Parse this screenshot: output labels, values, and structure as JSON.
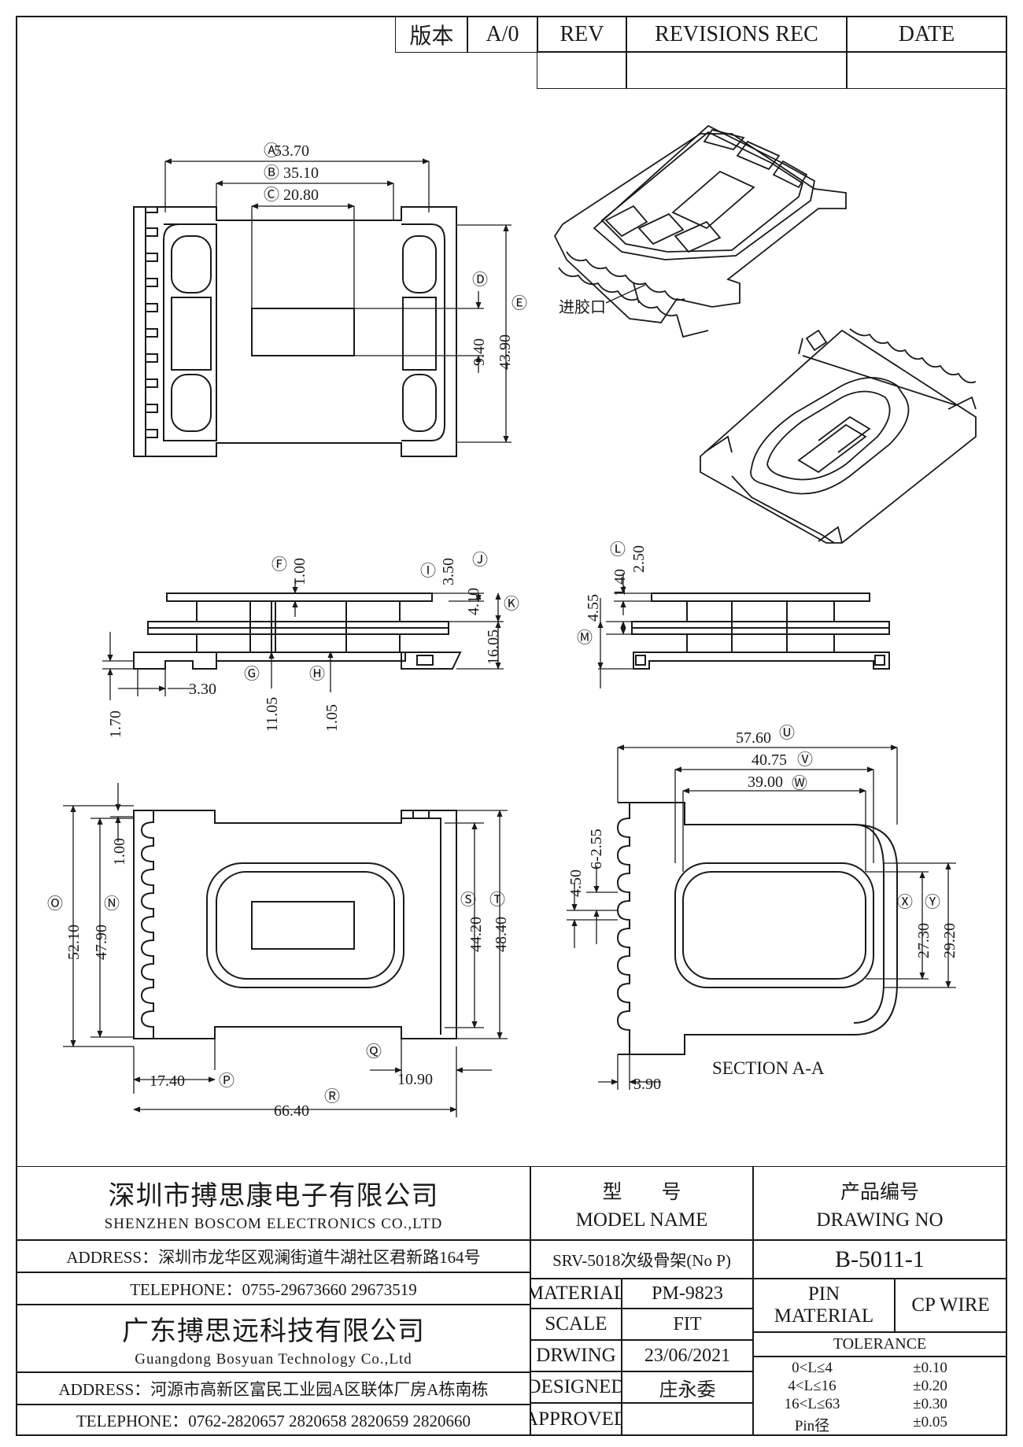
{
  "header": {
    "version_label": "版本",
    "version_value": "A/0",
    "rev": "REV",
    "revisions_rec": "REVISIONS REC",
    "date": "DATE"
  },
  "top_view": {
    "A": "Ⓐ",
    "B": "Ⓑ",
    "C": "Ⓒ",
    "D": "Ⓓ",
    "E": "Ⓔ",
    "dim_A": "53.70",
    "dim_B": "35.10",
    "dim_C": "20.80",
    "dim_D": "9.40",
    "dim_E": "43.90"
  },
  "iso_view": {
    "gate_label": "进胶口"
  },
  "side_view": {
    "F": "Ⓕ",
    "G": "Ⓖ",
    "H": "Ⓗ",
    "I": "Ⓘ",
    "J": "Ⓙ",
    "K": "Ⓚ",
    "dim_F": "1.00",
    "dim_I": "3.50",
    "dim_J": "4.10",
    "dim_K": "16.05",
    "dim_G": "11.05",
    "dim_H": "1.05",
    "dim_left_h": "1.70",
    "dim_left_w": "3.30"
  },
  "end_view": {
    "L": "Ⓛ",
    "M": "Ⓜ",
    "dim_L": "2.50",
    "dim_140": "1.40",
    "dim_M": "4.55"
  },
  "bottom_view": {
    "N": "Ⓝ",
    "O": "Ⓞ",
    "P": "Ⓟ",
    "Q": "Ⓠ",
    "R": "Ⓡ",
    "S": "Ⓢ",
    "T": "Ⓣ",
    "dim_O": "52.10",
    "dim_N": "47.90",
    "dim_100": "1.00",
    "dim_S": "44.20",
    "dim_T": "48.40",
    "dim_P": "17.40",
    "dim_Q": "10.90",
    "dim_R": "66.40"
  },
  "section_view": {
    "U": "Ⓤ",
    "V": "Ⓥ",
    "W": "Ⓦ",
    "X": "Ⓧ",
    "Y": "Ⓨ",
    "dim_U": "57.60",
    "dim_V": "40.75",
    "dim_W": "39.00",
    "dim_255": "6-2.55",
    "dim_450": "4.50",
    "dim_X": "27.30",
    "dim_Y": "29.20",
    "dim_390": "3.90",
    "title": "SECTION A-A"
  },
  "title_block": {
    "company_cn": "深圳市搏思康电子有限公司",
    "company_en": "SHENZHEN BOSCOM ELECTRONICS CO.,LTD",
    "address1": "ADDRESS：深圳市龙华区观澜街道牛湖社区君新路164号",
    "telephone1": "TELEPHONE：0755-29673660 29673519",
    "company2_cn": "广东搏思远科技有限公司",
    "company2_en": "Guangdong Bosyuan Technology Co.,Ltd",
    "address2": "ADDRESS：河源市高新区富民工业园A区联体厂房A栋南栋",
    "telephone2": "TELEPHONE：0762-2820657 2820658 2820659 2820660",
    "model_cn": "型　　号",
    "model_en": "MODEL NAME",
    "drawing_no_cn": "产品编号",
    "drawing_no_en": "DRAWING NO",
    "model_value": "SRV-5018次级骨架(No P)",
    "drawing_no_value": "B-5011-1",
    "material_label": "MATERIAL",
    "material_value": "PM-9823",
    "pin_material_label_1": "PIN",
    "pin_material_label_2": "MATERIAL",
    "pin_material_value": "CP WIRE",
    "scale_label": "SCALE",
    "scale_value": "FIT",
    "tolerance_label": "TOLERANCE",
    "drawing_label": "DRWING",
    "drawing_value": "23/06/2021",
    "designed_label": "DESIGNED",
    "designed_value": "庄永委",
    "approved_label": "APPROVED",
    "tolerances": [
      {
        "range": "0<L≤4",
        "value": "±0.10"
      },
      {
        "range": "4<L≤16",
        "value": "±0.20"
      },
      {
        "range": "16<L≤63",
        "value": "±0.30"
      },
      {
        "range": "Pin径",
        "value": "±0.05"
      }
    ]
  }
}
